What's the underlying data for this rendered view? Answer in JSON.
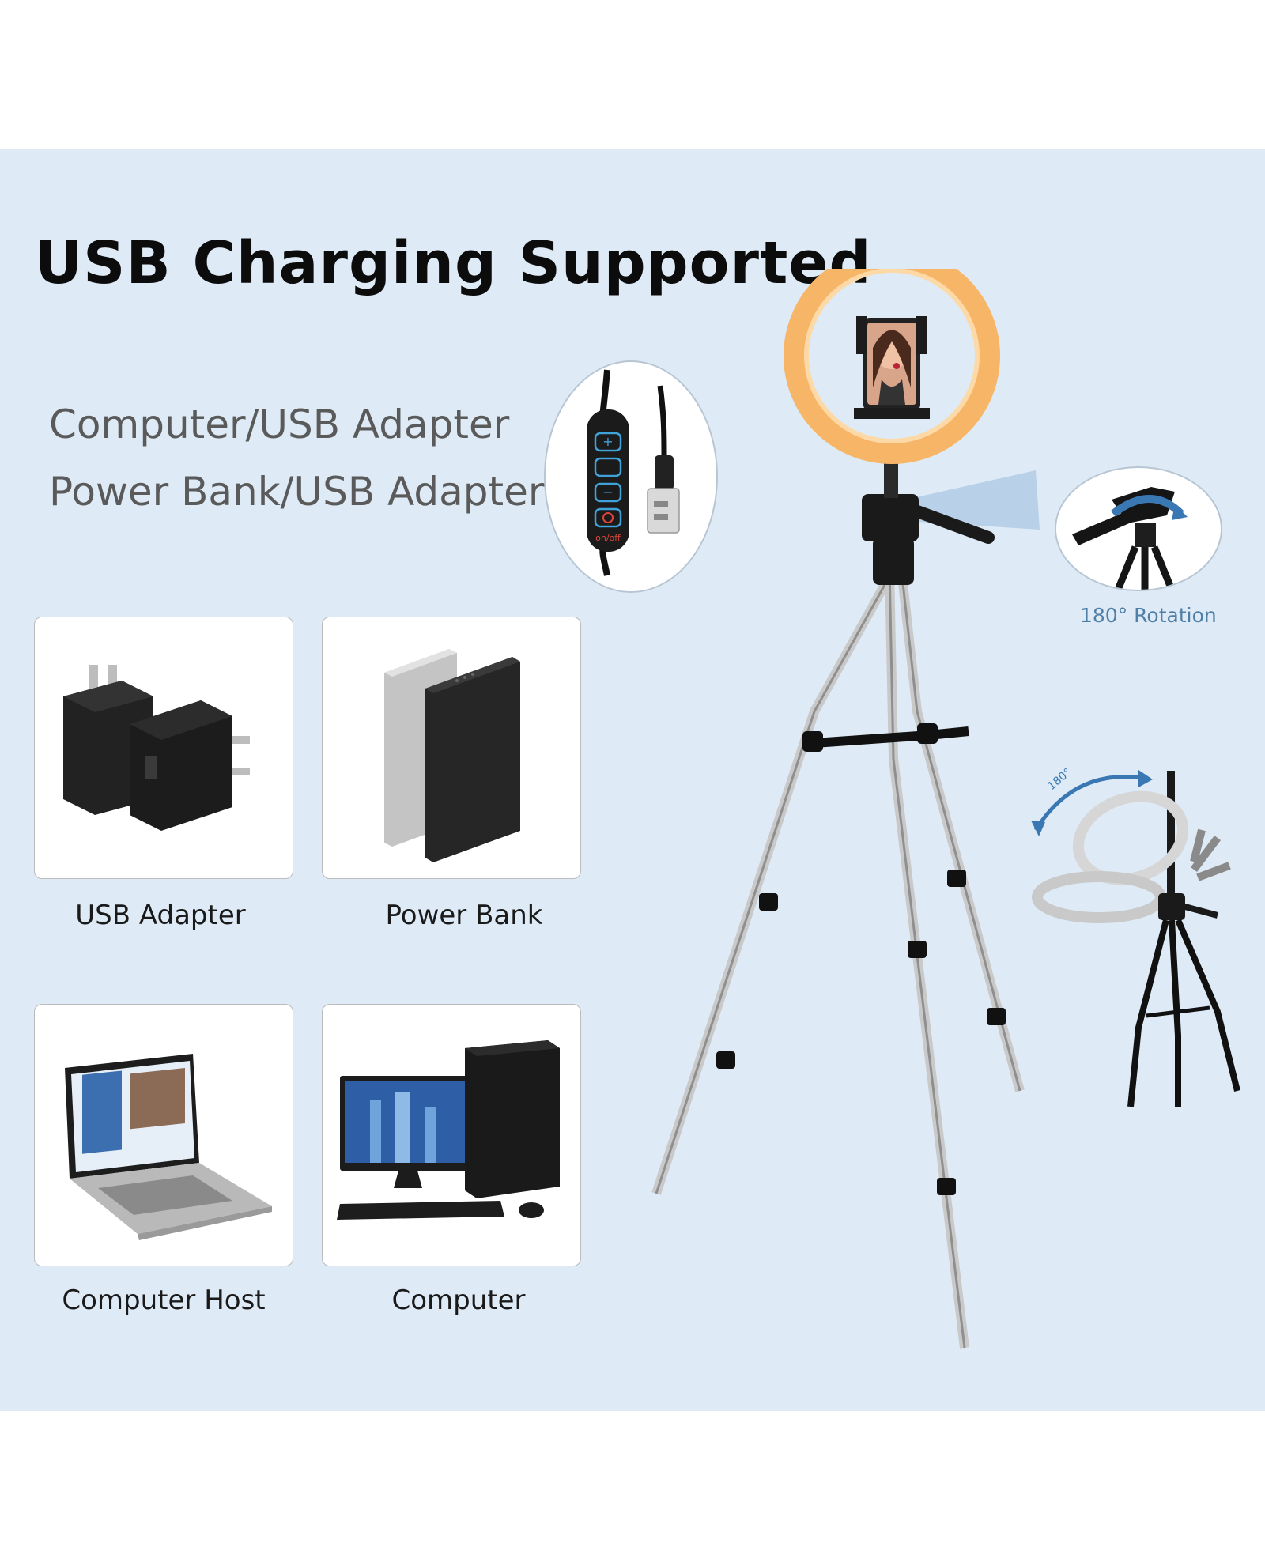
{
  "headline": "USB Charging Supported",
  "sources": [
    "Computer/USB Adapter",
    "Power Bank/USB Adapter"
  ],
  "cards": [
    {
      "label": "USB Adapter",
      "icon": "usb-adapter-icon"
    },
    {
      "label": "Power Bank",
      "icon": "power-bank-icon"
    },
    {
      "label": "Computer Host",
      "icon": "laptop-icon"
    },
    {
      "label": "Computer",
      "icon": "desktop-computer-icon"
    }
  ],
  "controller": {
    "power_text": "on/off"
  },
  "rotation": {
    "label": "180° Rotation",
    "angle_text": "180°"
  },
  "colors": {
    "panel": "#deebf6",
    "ring_light": "#f7b567",
    "accent_blue": "#4f7ea6"
  }
}
